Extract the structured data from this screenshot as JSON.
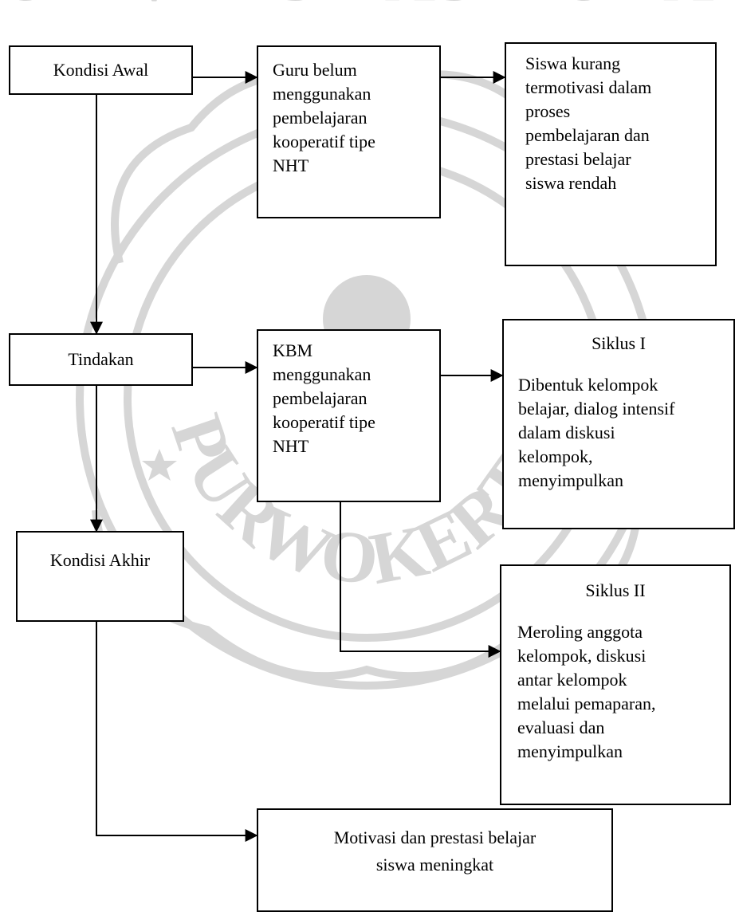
{
  "colors": {
    "line": "#000000",
    "background": "#ffffff",
    "watermark": "#d6d6d6"
  },
  "boxes": {
    "kondisi_awal": "Kondisi Awal",
    "guru_belum": "Guru belum\nmenggunakan\npembelajaran\nkooperatif tipe\nNHT",
    "siswa_kurang": "Siswa kurang\ntermotivasi dalam\nproses\npembelajaran dan\nprestasi belajar\nsiswa rendah",
    "tindakan": "Tindakan",
    "kbm": "KBM\nmenggunakan\npembelajaran\nkooperatif tipe\nNHT",
    "siklus1_title": "Siklus I",
    "siklus1_body": "Dibentuk kelompok\nbelajar, dialog intensif\ndalam diskusi\nkelompok,\nmenyimpulkan",
    "siklus2_title": "Siklus II",
    "siklus2_body": "Meroling anggota\nkelompok, diskusi\nantar kelompok\nmelalui pemaparan,\nevaluasi dan\nmenyimpulkan",
    "kondisi_akhir": "Kondisi Akhir",
    "motivasi": "Motivasi dan prestasi belajar\nsiswa meningkat"
  },
  "watermark": {
    "top_text": "UNIVERSITAS MUHAMMADIYAH",
    "bottom_text": "PURWOKERTO"
  }
}
